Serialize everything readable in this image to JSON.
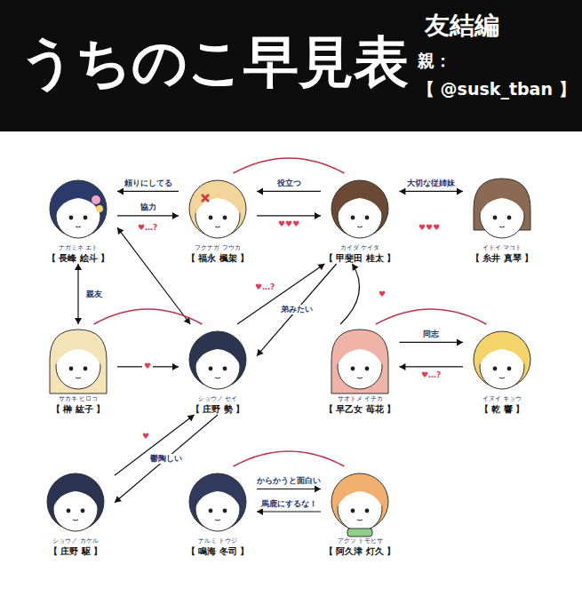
{
  "diagram": {
    "title": "うちのこ早見表",
    "nodes": [
      {
        "text": [
          "ナガミネ エト",
          "【 長峰 絵斗 】"
        ]
      },
      {
        "text": [
          "フクナガ フウカ",
          "【 福永 楓架 】"
        ]
      },
      {
        "text": [
          "カイダ ケイタ",
          "【 甲斐田 桂太 】"
        ]
      },
      {
        "text": [
          "イトイ マコト",
          "【 糸井 真琴 】"
        ]
      },
      {
        "text": [
          "サカキ ヒロコ",
          "【 榊 紘子 】"
        ]
      },
      {
        "text": [
          "ショウノ セイ",
          "【 庄野 勢 】"
        ]
      },
      {
        "text": [
          "サオトメ イチカ",
          "【 早乙女 苺花 】"
        ]
      },
      {
        "text": [
          "イヌイ キョウ",
          "【 乾 響 】"
        ]
      },
      {
        "text": [
          "ショウノ カケル",
          "【 庄野 駆 】"
        ]
      },
      {
        "text": [
          "ナルミ トウジ",
          "【 鳴海 冬司 】"
        ]
      },
      {
        "text": [
          "アクツ トモヒサ",
          "【 阿久津 灯久 】"
        ]
      }
    ],
    "edges": [
      {
        "from": 1,
        "to": 0,
        "arrow": "to",
        "label": "頼りにしてる"
      },
      {
        "from": 0,
        "to": 1,
        "arrow": "to",
        "label": "協力"
      },
      {
        "from": 2,
        "to": 1,
        "arrow": "to",
        "label": "役立つ"
      },
      {
        "from": 1,
        "to": 2,
        "arrow": "to",
        "label": "♥♥♥"
      },
      {
        "from": 2,
        "to": 3,
        "arrow": "both",
        "label": "大切な従姉妹"
      },
      {
        "from": 0,
        "to": 4,
        "arrow": "both",
        "label": "親友"
      },
      {
        "from": 0,
        "to": 5,
        "arrow": "both"
      },
      {
        "from": 4,
        "to": 5,
        "arrow": "to",
        "label": "♥"
      },
      {
        "from": 5,
        "to": 2,
        "arrow": "to",
        "label": "♥…?"
      },
      {
        "from": 2,
        "to": 5,
        "arrow": "to",
        "label": "弟みたい"
      },
      {
        "from": 6,
        "to": 2,
        "arrow": "to",
        "label": "♥"
      },
      {
        "from": 6,
        "to": 7,
        "arrow": "to",
        "label": "同志"
      },
      {
        "from": 7,
        "to": 6,
        "arrow": "to",
        "label": "♥…?"
      },
      {
        "from": 8,
        "to": 5,
        "arrow": "to",
        "label": "♥"
      },
      {
        "from": 5,
        "to": 8,
        "arrow": "to",
        "label": "鬱陶しい"
      },
      {
        "from": 9,
        "to": 10,
        "arrow": "to",
        "label": "からかうと面白い"
      },
      {
        "from": 10,
        "to": 9,
        "arrow": "to",
        "label": "馬鹿にするな！"
      },
      {
        "from": 1,
        "to": 2,
        "arrow": "none"
      },
      {
        "from": 4,
        "to": 5,
        "arrow": "none"
      },
      {
        "from": 6,
        "to": 7,
        "arrow": "none"
      },
      {
        "from": 9,
        "to": 10,
        "arrow": "none"
      }
    ],
    "labels": [
      "友結編",
      "親：",
      "【 @susk_tban 】",
      "♥…?",
      "♥♥♥"
    ]
  }
}
